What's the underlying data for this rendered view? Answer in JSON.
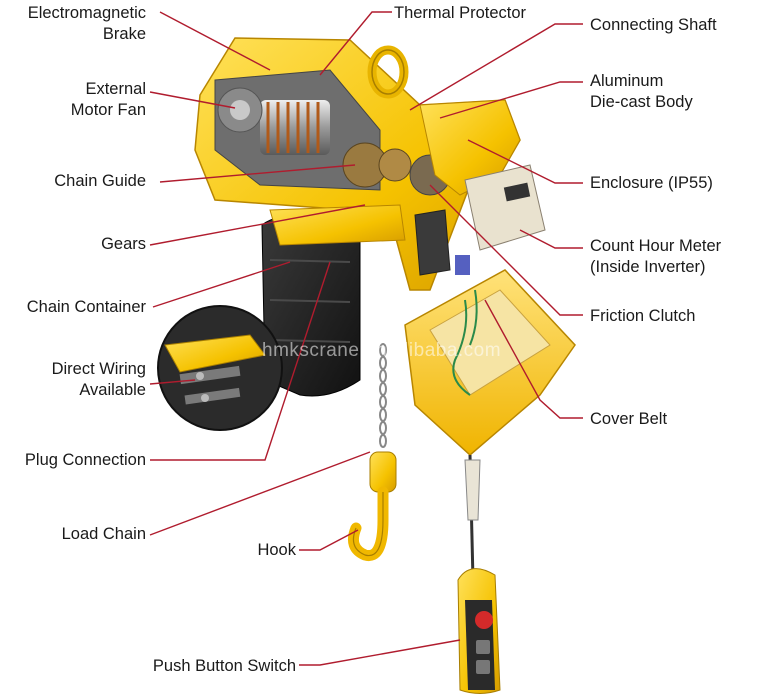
{
  "labels": {
    "electromagnetic_brake": [
      "Electromagnetic",
      "Brake"
    ],
    "thermal_protector": "Thermal Protector",
    "connecting_shaft": "Connecting Shaft",
    "external_motor_fan": [
      "External",
      "Motor Fan"
    ],
    "aluminum_body": [
      "Aluminum",
      "Die-cast Body"
    ],
    "chain_guide": "Chain Guide",
    "enclosure": "Enclosure (IP55)",
    "gears": "Gears",
    "count_hour_meter": [
      "Count Hour Meter",
      "(Inside Inverter)"
    ],
    "chain_container": "Chain Container",
    "friction_clutch": "Friction Clutch",
    "direct_wiring": [
      "Direct Wiring",
      "Available"
    ],
    "cover_belt": "Cover Belt",
    "plug_connection": "Plug Connection",
    "load_chain": "Load Chain",
    "hook": "Hook",
    "push_button_switch": "Push Button Switch"
  },
  "watermark": "hmkscrane.en.alibaba.com",
  "colors": {
    "leader_line": "#b01c2e",
    "hoist_yellow": "#f5c200",
    "container_black": "#222222"
  }
}
